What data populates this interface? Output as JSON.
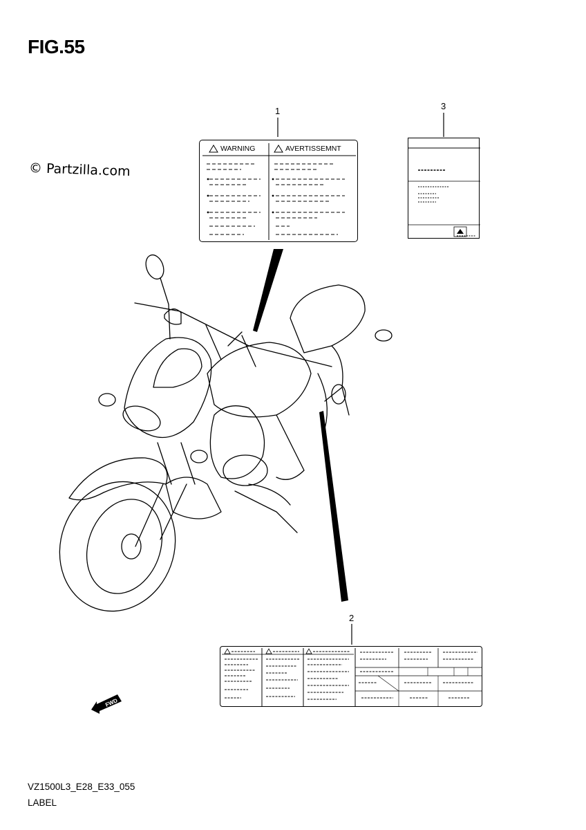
{
  "figure": {
    "title": "FIG.55",
    "watermark": "© Partzilla.com",
    "code": "VZ1500L3_E28_E33_055",
    "name": "LABEL"
  },
  "callouts": [
    {
      "number": "1"
    },
    {
      "number": "2"
    },
    {
      "number": "3"
    }
  ],
  "label_1": {
    "left_heading": "WARNING",
    "right_heading": "AVERTISSEMNT"
  },
  "forward_arrow": {
    "text": "FWD"
  }
}
